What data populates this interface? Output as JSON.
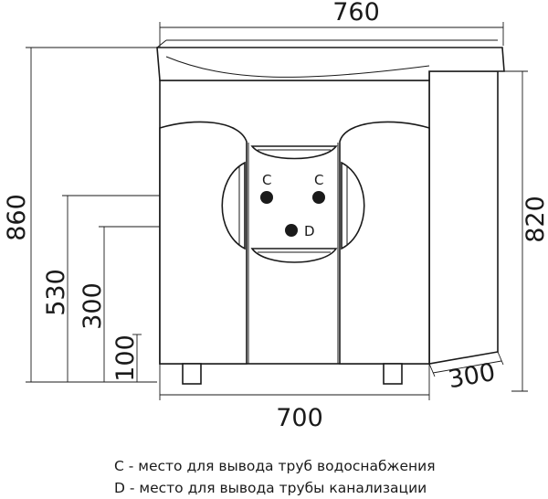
{
  "dimensions": {
    "top_width": "760",
    "total_height": "860",
    "cabinet_height": "820",
    "drain_height": "530",
    "water_height": "300",
    "leg_height": "100",
    "depth": "300",
    "bottom_width": "700"
  },
  "markers": {
    "water_left": "C",
    "water_right": "C",
    "drain": "D"
  },
  "legend": {
    "water": "C - место для вывода труб водоснабжения",
    "drain": "D - место для вывода трубы канализации"
  }
}
